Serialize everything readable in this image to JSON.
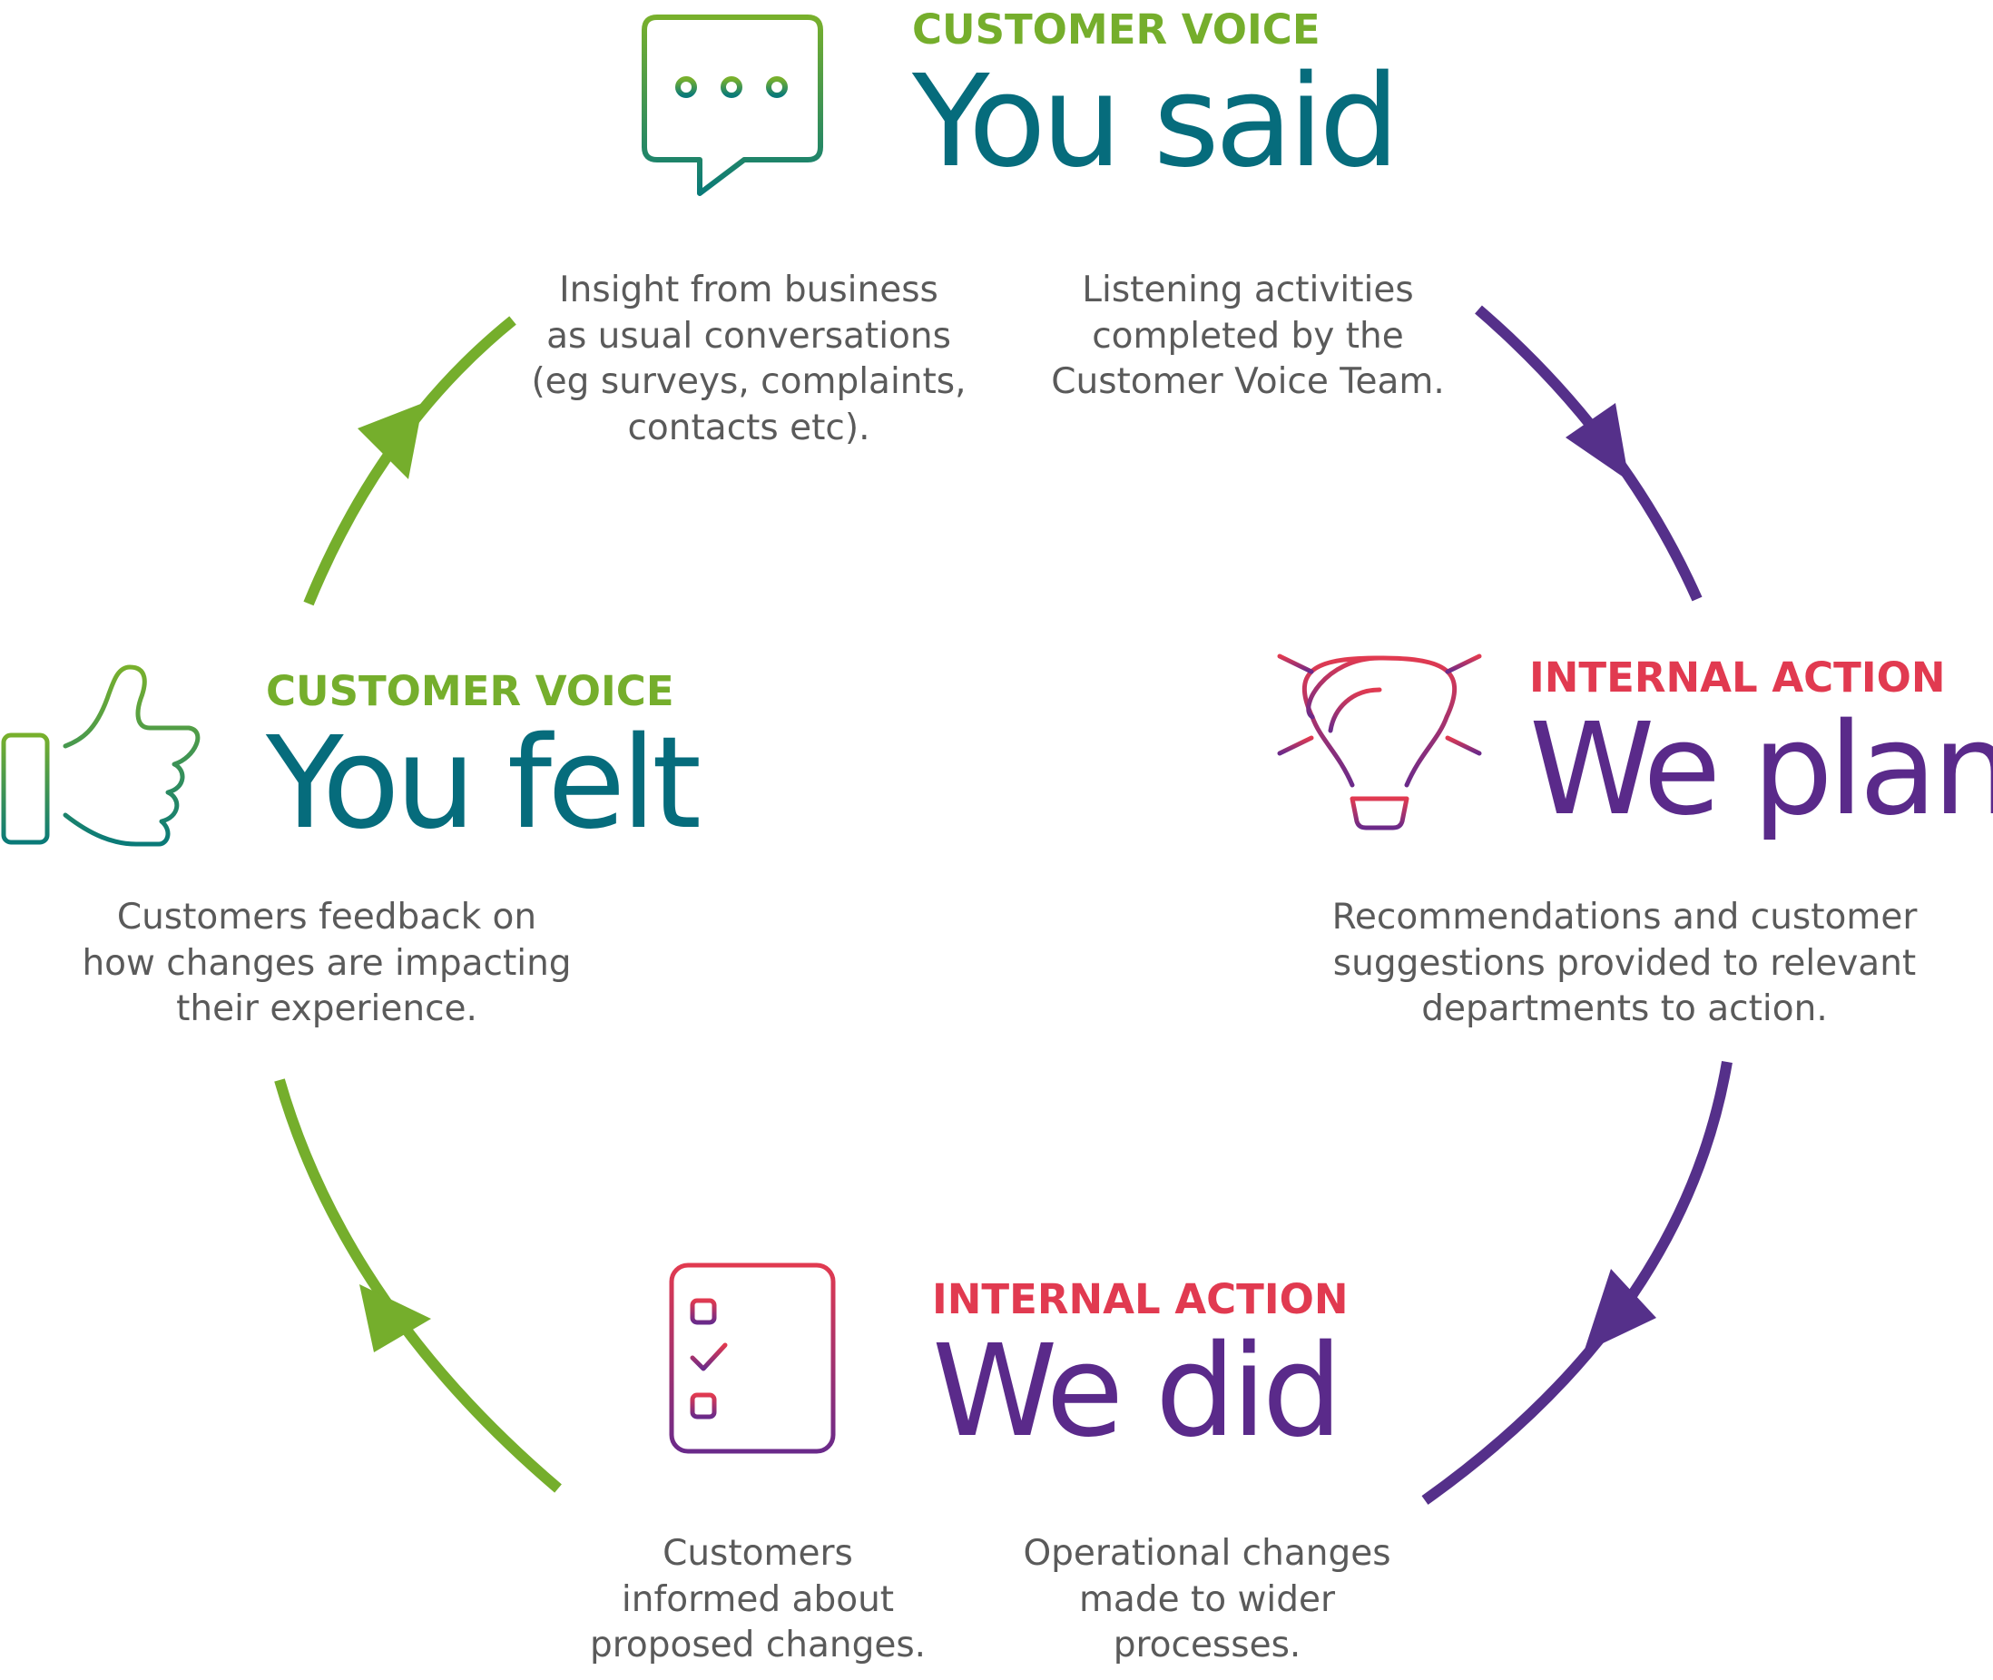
{
  "colors": {
    "voice_label": "#75ae2c",
    "action_label": "#e13a50",
    "voice_title": "#066c7c",
    "action_title": "#5a2a8a",
    "voice_arrow": "#75ae2c",
    "action_arrow": "#55308a",
    "body_text": "#5a5a5a"
  },
  "stages": {
    "you_said": {
      "label": "CUSTOMER VOICE",
      "title": "You said",
      "icon": "speech-bubble-icon"
    },
    "we_plan": {
      "label": "INTERNAL ACTION",
      "title": "We plan",
      "icon": "lightbulb-icon"
    },
    "we_did": {
      "label": "INTERNAL ACTION",
      "title": "We did",
      "icon": "checklist-icon"
    },
    "you_felt": {
      "label": "CUSTOMER VOICE",
      "title": "You felt",
      "icon": "thumbs-up-icon"
    }
  },
  "descriptions": {
    "insight": [
      "Insight from business",
      "as usual conversations",
      "(eg surveys, complaints,",
      "contacts etc)."
    ],
    "listening": [
      "Listening activities",
      "completed by the",
      "Customer Voice Team."
    ],
    "recommendations": [
      "Recommendations and customer",
      "suggestions provided to relevant",
      "departments to action."
    ],
    "operational": [
      "Operational changes",
      "made to wider",
      "processes."
    ],
    "informed": [
      "Customers",
      "informed about",
      "proposed changes."
    ],
    "feedback": [
      "Customers feedback on",
      "how changes are impacting",
      "their experience."
    ]
  }
}
